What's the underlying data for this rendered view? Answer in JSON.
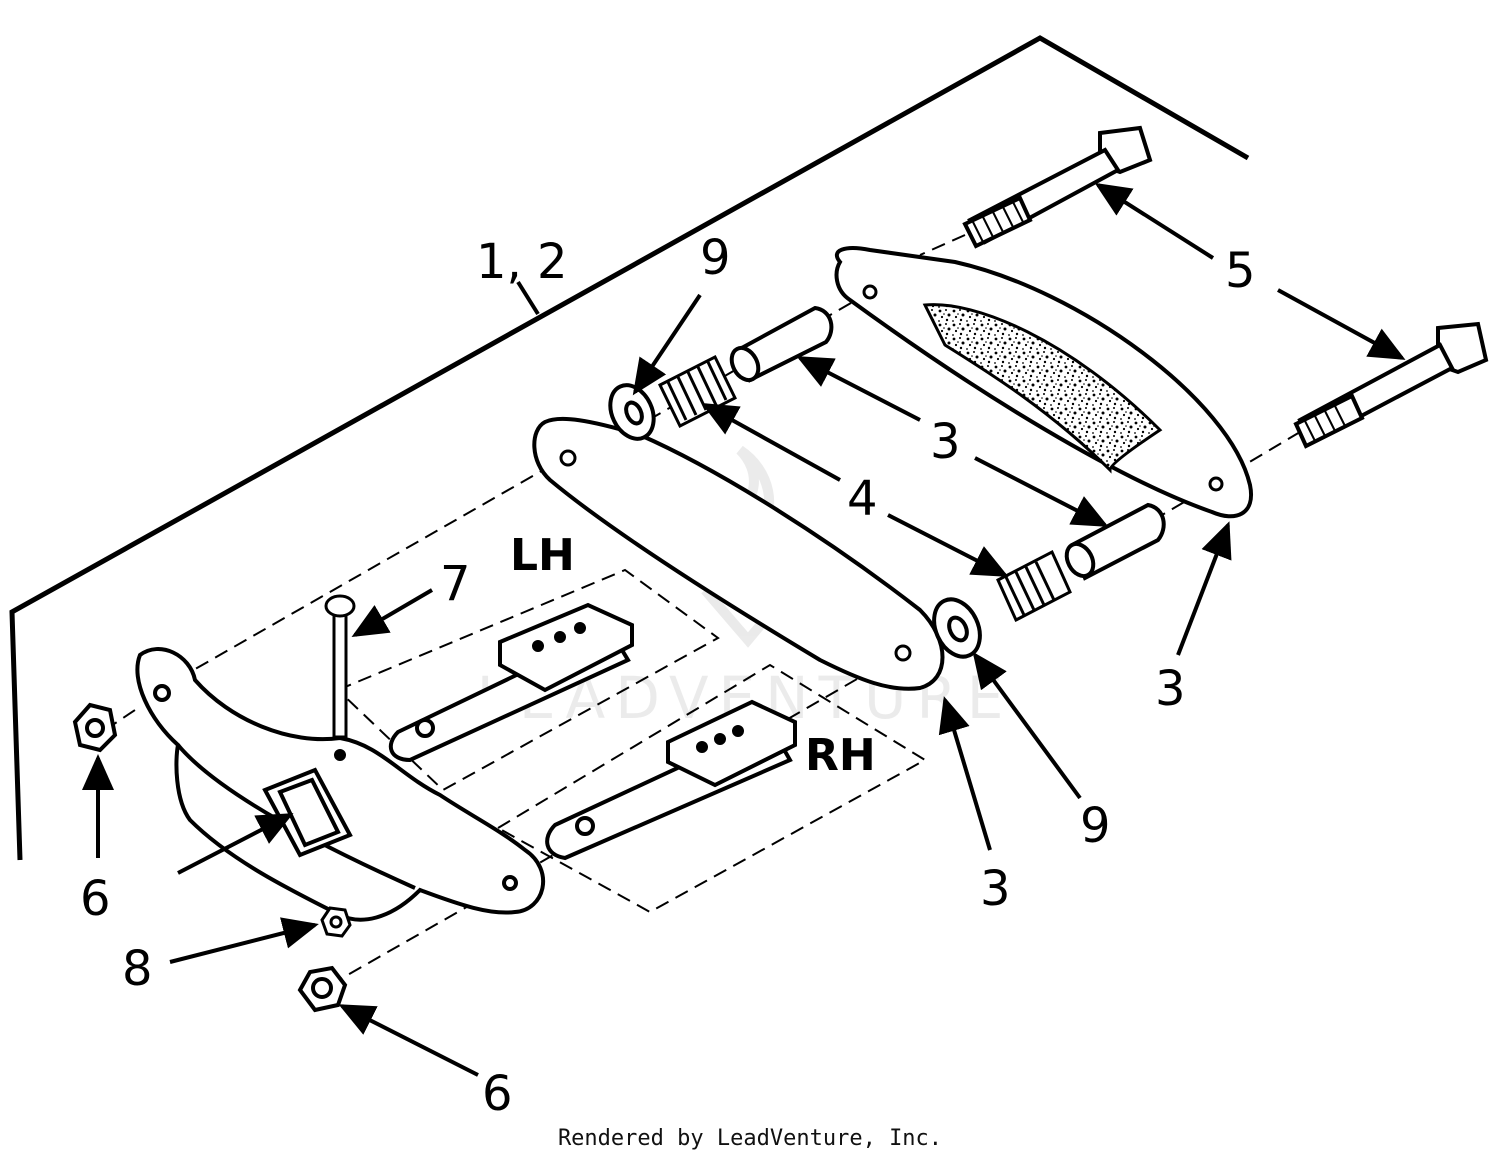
{
  "diagram": {
    "callouts": {
      "c12": "1, 2",
      "c9_top": "9",
      "c5": "5",
      "c3_mid": "3",
      "c4": "4",
      "c7": "7",
      "c6_left": "6",
      "c8": "8",
      "c6_bottom": "6",
      "c3_bottom": "3",
      "c9_bottom": "9",
      "c3_right": "3"
    },
    "side_labels": {
      "lh": "LH",
      "rh": "RH"
    },
    "watermark": "LEADVENTURE"
  },
  "footer": {
    "text": "Rendered by LeadVenture, Inc."
  }
}
